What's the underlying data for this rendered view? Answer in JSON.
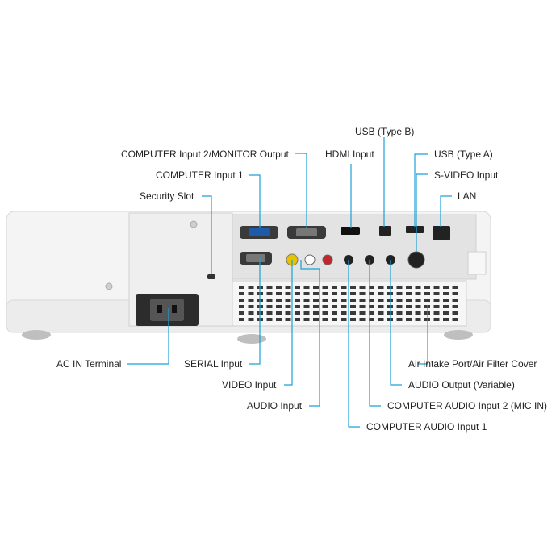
{
  "labels": {
    "usb_b": "USB (Type B)",
    "computer_in2_monitor_out": "COMPUTER Input 2/MONITOR Output",
    "hdmi": "HDMI Input",
    "usb_a": "USB (Type A)",
    "computer_in1": "COMPUTER Input 1",
    "svideo": "S-VIDEO Input",
    "security_slot": "Security Slot",
    "lan": "LAN",
    "ac_in": "AC IN Terminal",
    "serial": "SERIAL Input",
    "air_intake": "Air Intake Port/Air Filter Cover",
    "video": "VIDEO Input",
    "audio_out": "AUDIO Output (Variable)",
    "audio_in": "AUDIO Input",
    "comp_audio2": "COMPUTER AUDIO Input 2 (MIC IN)",
    "comp_audio1": "COMPUTER AUDIO Input 1"
  },
  "colors": {
    "leader_line": "#1aa0d8",
    "body": "#f2f2f2",
    "panel": "#e4e4e4",
    "port_dark": "#3a3a3a",
    "video_jack": "#e6c200",
    "audio_white": "#ffffff",
    "audio_red": "#c0262b"
  }
}
